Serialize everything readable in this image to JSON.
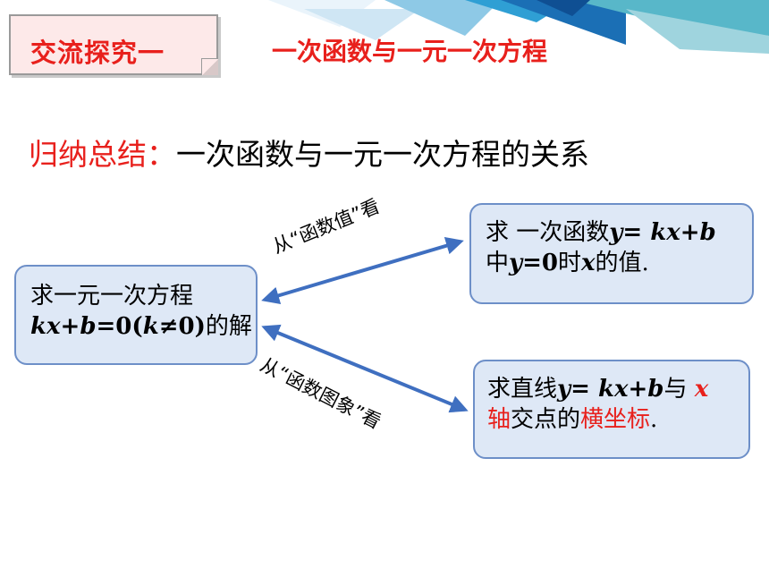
{
  "header": {
    "tag_label": "交流探究一",
    "title": "一次函数与一元一次方程"
  },
  "summary": {
    "prefix": "归纳总结：",
    "text": "一次函数与一元一次方程的关系"
  },
  "left_box": {
    "line1": "求一元一次方程",
    "eq_kx": "kx",
    "eq_plus": "+",
    "eq_b": "b",
    "eq_rest": "=0(",
    "eq_k": "k",
    "eq_neq": "≠0)",
    "eq_tail": "的解"
  },
  "top_right_box": {
    "l1_prefix": "求 一次函数",
    "l1_y": "y",
    "l1_eq": "= ",
    "l1_kx": "kx",
    "l1_plus": "+",
    "l1_b": "b",
    "l2_zhong": "中",
    "l2_y": "y",
    "l2_eq0": "=0",
    "l2_shi": "时",
    "l2_x": "x",
    "l2_tail": "的值."
  },
  "bottom_right_box": {
    "l1_prefix": "求直线",
    "l1_y": "y",
    "l1_eq": "= ",
    "l1_kx": "kx",
    "l1_plus": "+",
    "l1_b": "b",
    "l1_yu": "与 ",
    "l1_x": "x",
    "l2_axis": "轴",
    "l2_mid": "交点的",
    "l2_coord": "横坐标",
    "l2_tail": "."
  },
  "arrow_labels": {
    "top": "从“函数值”看",
    "bottom": "从“函数图象”看"
  },
  "colors": {
    "accent_red": "#e8201c",
    "box_fill": "#dee8f6",
    "box_border": "#6d8fc8",
    "arrow": "#3f6fc0"
  }
}
